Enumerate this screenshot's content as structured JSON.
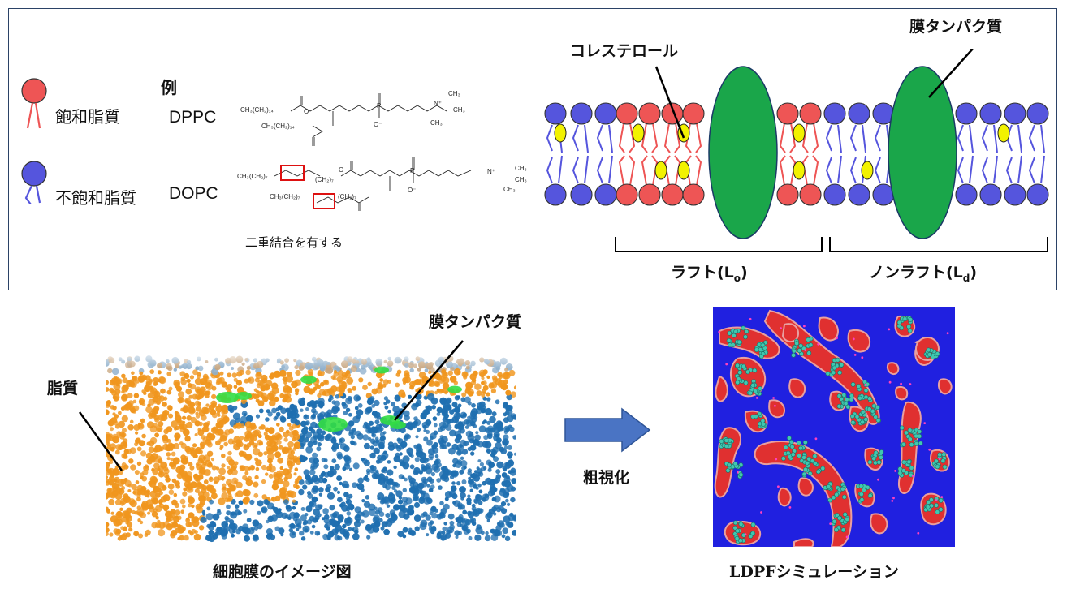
{
  "legend": {
    "example_label": "例",
    "saturated_label": "飽和脂質",
    "saturated_abbr": "DPPC",
    "unsaturated_label": "不飽和脂質",
    "unsaturated_abbr": "DOPC",
    "double_bond_note": "二重結合を有する",
    "colors": {
      "saturated": "#ee5555",
      "unsaturated": "#5555dd"
    }
  },
  "chem": {
    "dppc": [
      "CH₃(CH₂)₁₄",
      "CH₃(CH₂)₁₄",
      "N⁺",
      "CH₃",
      "CH₃",
      "CH₃",
      "O⁻",
      "P",
      "O"
    ],
    "dopc": [
      "CH₃(CH₂)₇",
      "(CH₂)₇",
      "CH₃(CH₂)₇",
      "(CH₂)₇",
      "N⁺",
      "CH₃",
      "CH₃",
      "CH₃",
      "O⁻",
      "P",
      "O"
    ]
  },
  "membrane": {
    "cholesterol_label": "コレステロール",
    "protein_label": "膜タンパク質",
    "raft_label": "ラフト(L",
    "raft_sub": "o",
    "nonraft_label": "ノンラフト(L",
    "nonraft_sub": "d",
    "close_paren": ")",
    "colors": {
      "protein": "#1aa64a",
      "cholesterol": "#f2f200"
    }
  },
  "bottom": {
    "lipid_label": "脂質",
    "protein_label": "膜タンパク質",
    "image_caption": "細胞膜のイメージ図",
    "arrow_label": "粗視化",
    "sim_caption": "LDPFシミュレーション",
    "colors": {
      "lipid_orange": "#f0961e",
      "lipid_blue": "#1f6fb0",
      "protein_green": "#33dd44",
      "sim_bg": "#2020e0",
      "sim_domain": "#e03030",
      "arrow": "#4a74c4"
    }
  }
}
